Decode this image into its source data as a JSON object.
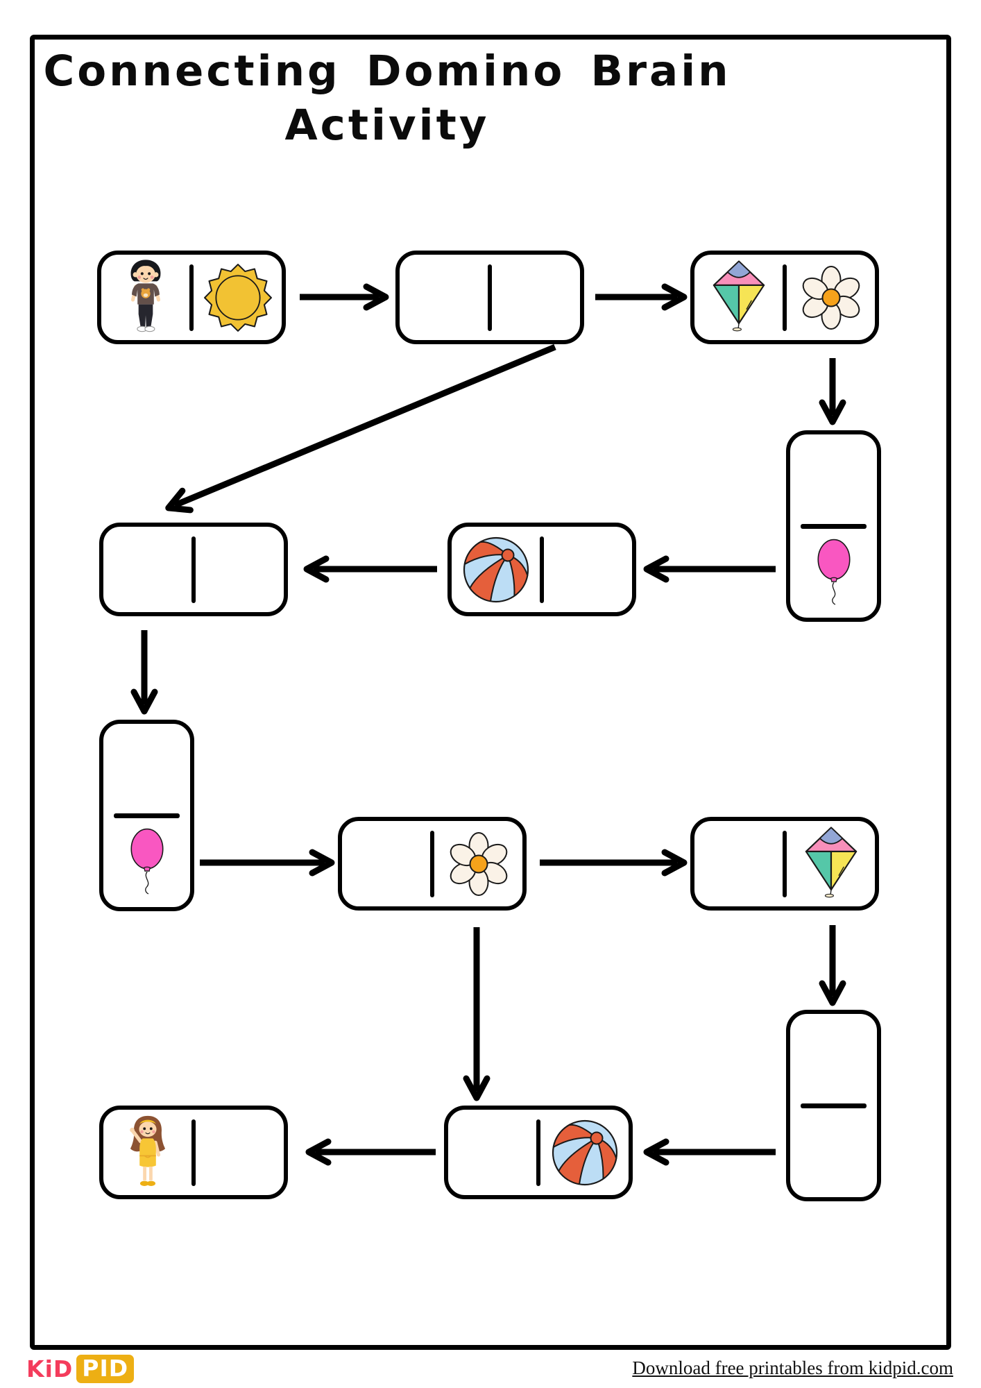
{
  "page": {
    "title_line1": "Connecting Domino Brain",
    "title_line2": "Activity",
    "background": "#ffffff",
    "border_color": "#000000"
  },
  "footer": {
    "logo_part1": "KiD",
    "logo_part2": "PID",
    "link_text": "Download free printables from kidpid.com"
  },
  "colors": {
    "outline": "#1a1a1a",
    "sun_yellow": "#f2c233",
    "kite_blue": "#92a6d6",
    "kite_pink": "#f88fba",
    "kite_teal": "#55c7a8",
    "kite_yellow": "#f6e455",
    "flower_petal": "#faf2e7",
    "flower_center": "#f6a21b",
    "balloon_pink": "#f957c1",
    "ball_blue": "#bcddf5",
    "ball_red": "#e55f3b",
    "boy_shirt": "#63504a",
    "boy_hair": "#17181c",
    "skin": "#fbd7ae",
    "girl_hair": "#8c5232",
    "girl_dress": "#f7c635",
    "logo_red": "#f43c5c",
    "logo_yellow": "#edaf14"
  },
  "dominoes": [
    {
      "id": "boy-sun",
      "orientation": "horizontal",
      "cells": [
        {
          "icon": "boy"
        },
        {
          "icon": "sun"
        }
      ]
    },
    {
      "id": "blank-blank-top",
      "orientation": "horizontal",
      "cells": [
        {
          "icon": ""
        },
        {
          "icon": ""
        }
      ]
    },
    {
      "id": "kite-flower",
      "orientation": "horizontal",
      "cells": [
        {
          "icon": "kite"
        },
        {
          "icon": "flower"
        }
      ]
    },
    {
      "id": "blank-balloon-right",
      "orientation": "vertical",
      "cells": [
        {
          "icon": ""
        },
        {
          "icon": "balloon"
        }
      ]
    },
    {
      "id": "ball-blank",
      "orientation": "horizontal",
      "cells": [
        {
          "icon": "ball"
        },
        {
          "icon": ""
        }
      ]
    },
    {
      "id": "blank-blank-mid",
      "orientation": "horizontal",
      "cells": [
        {
          "icon": ""
        },
        {
          "icon": ""
        }
      ]
    },
    {
      "id": "blank-balloon-left",
      "orientation": "vertical",
      "cells": [
        {
          "icon": ""
        },
        {
          "icon": "balloon"
        }
      ]
    },
    {
      "id": "blank-flower",
      "orientation": "horizontal",
      "cells": [
        {
          "icon": ""
        },
        {
          "icon": "flower"
        }
      ]
    },
    {
      "id": "blank-kite",
      "orientation": "horizontal",
      "cells": [
        {
          "icon": ""
        },
        {
          "icon": "kite"
        }
      ]
    },
    {
      "id": "blank-blank-vert",
      "orientation": "vertical",
      "cells": [
        {
          "icon": ""
        },
        {
          "icon": ""
        }
      ]
    },
    {
      "id": "blank-ball",
      "orientation": "horizontal",
      "cells": [
        {
          "icon": ""
        },
        {
          "icon": "ball"
        }
      ]
    },
    {
      "id": "girl-blank",
      "orientation": "horizontal",
      "cells": [
        {
          "icon": "girl"
        },
        {
          "icon": ""
        }
      ]
    }
  ],
  "connections": [
    {
      "from": "boy-sun",
      "to": "blank-blank-top"
    },
    {
      "from": "blank-blank-top",
      "to": "kite-flower"
    },
    {
      "from": "kite-flower",
      "to": "blank-balloon-right"
    },
    {
      "from": "blank-balloon-right",
      "to": "ball-blank"
    },
    {
      "from": "ball-blank",
      "to": "blank-blank-mid"
    },
    {
      "from": "blank-blank-top",
      "to": "blank-blank-mid"
    },
    {
      "from": "blank-blank-mid",
      "to": "blank-balloon-left"
    },
    {
      "from": "blank-balloon-left",
      "to": "blank-flower"
    },
    {
      "from": "blank-flower",
      "to": "blank-kite"
    },
    {
      "from": "blank-kite",
      "to": "blank-blank-vert"
    },
    {
      "from": "blank-blank-vert",
      "to": "blank-ball"
    },
    {
      "from": "blank-ball",
      "to": "girl-blank"
    },
    {
      "from": "blank-flower",
      "to": "blank-ball"
    }
  ]
}
